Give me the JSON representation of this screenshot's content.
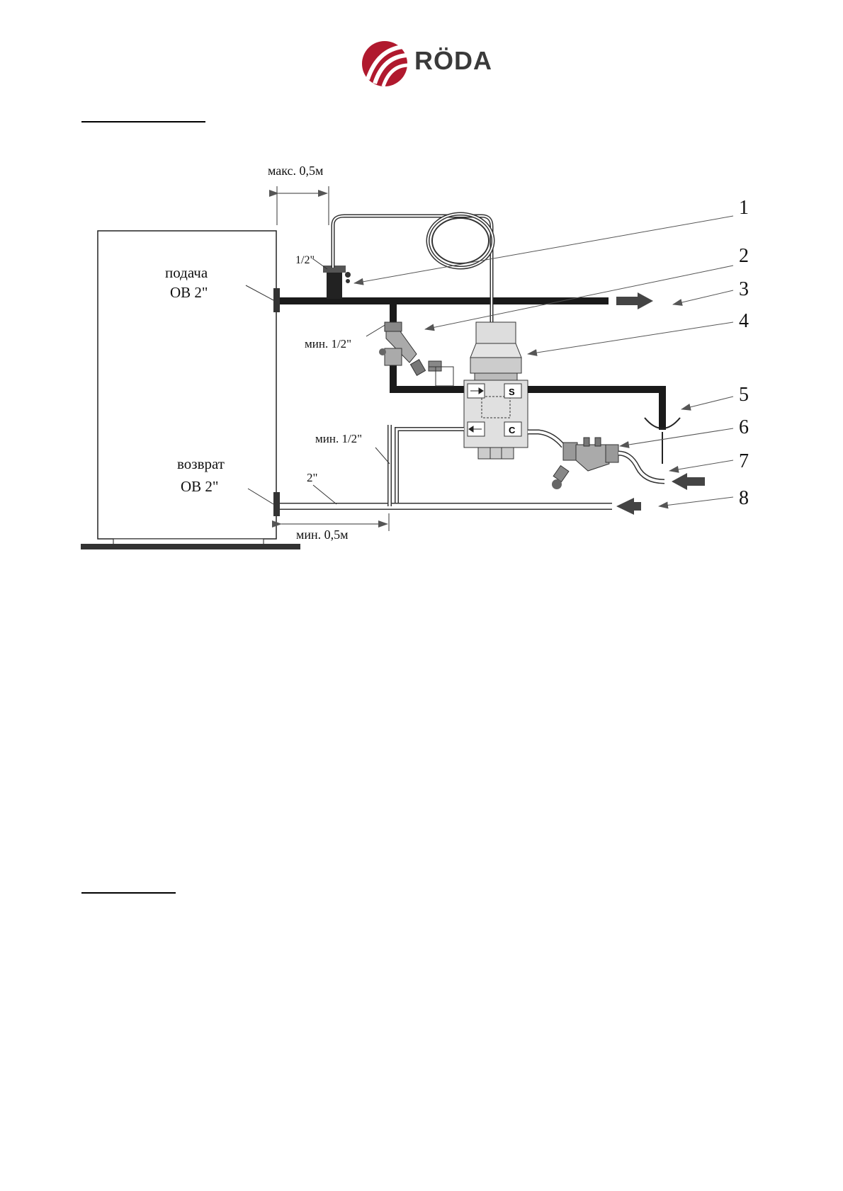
{
  "brand": {
    "name": "RÖDA",
    "colors": {
      "primary": "#b0192e",
      "text": "#3a3a3a"
    }
  },
  "diagram": {
    "dimensions": {
      "max_distance": "макс. 0,5м",
      "min_distance": "мин. 0,5м",
      "size_half_top": "1/2\"",
      "size_half_min_1": "мин. 1/2\"",
      "size_half_min_2": "мин. 1/2\"",
      "size_two": "2\""
    },
    "ports": {
      "supply_title": "подача",
      "supply_size": "ОВ 2\"",
      "return_title": "возврат",
      "return_size": "ОВ 2\""
    },
    "valve_marks": {
      "s": "S",
      "c": "C"
    },
    "callouts": [
      "1",
      "2",
      "3",
      "4",
      "5",
      "6",
      "7",
      "8"
    ]
  }
}
